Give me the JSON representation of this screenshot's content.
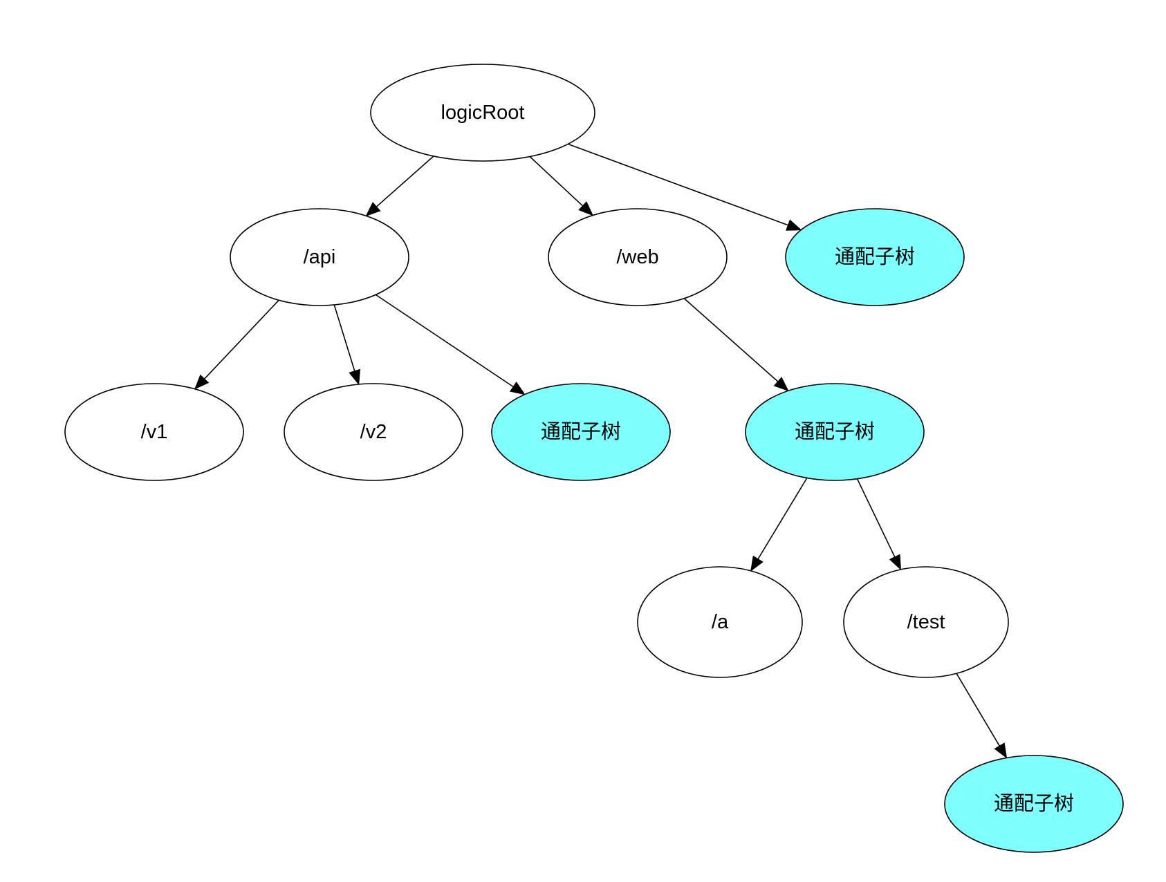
{
  "colors": {
    "default_fill": "#ffffff",
    "wildcard_fill": "#80ffff",
    "stroke": "#000000"
  },
  "nodes": [
    {
      "id": "root",
      "label": "logicRoot",
      "kind": "default"
    },
    {
      "id": "api",
      "label": "/api",
      "kind": "default"
    },
    {
      "id": "web",
      "label": "/web",
      "kind": "default"
    },
    {
      "id": "wild_root",
      "label": "通配子树",
      "kind": "wildcard"
    },
    {
      "id": "v1",
      "label": "/v1",
      "kind": "default"
    },
    {
      "id": "v2",
      "label": "/v2",
      "kind": "default"
    },
    {
      "id": "wild_api",
      "label": "通配子树",
      "kind": "wildcard"
    },
    {
      "id": "wild_web",
      "label": "通配子树",
      "kind": "wildcard"
    },
    {
      "id": "a",
      "label": "/a",
      "kind": "default"
    },
    {
      "id": "test",
      "label": "/test",
      "kind": "default"
    },
    {
      "id": "wild_test",
      "label": "通配子树",
      "kind": "wildcard"
    }
  ],
  "edges": [
    {
      "from": "root",
      "to": "api"
    },
    {
      "from": "root",
      "to": "web"
    },
    {
      "from": "root",
      "to": "wild_root"
    },
    {
      "from": "api",
      "to": "v1"
    },
    {
      "from": "api",
      "to": "v2"
    },
    {
      "from": "api",
      "to": "wild_api"
    },
    {
      "from": "web",
      "to": "wild_web"
    },
    {
      "from": "wild_web",
      "to": "a"
    },
    {
      "from": "wild_web",
      "to": "test"
    },
    {
      "from": "test",
      "to": "wild_test"
    }
  ]
}
